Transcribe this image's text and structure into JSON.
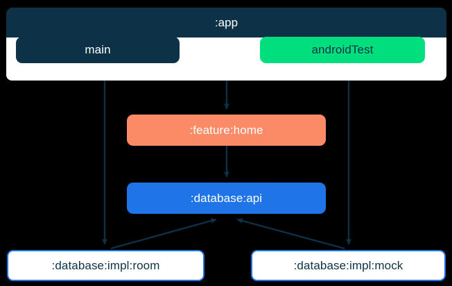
{
  "diagram": {
    "type": "module-dependency-graph",
    "background_color": "#000000",
    "clusters": [
      {
        "id": "app",
        "label": ":app",
        "header_color": "#0D3247",
        "header_text_color": "#FFFFFF",
        "body_color": "#FFFFFF",
        "children": [
          {
            "id": "main",
            "label": "main",
            "fill": "#0D3247",
            "text_color": "#FFFFFF",
            "shape": "rounded-rect"
          },
          {
            "id": "androidTest",
            "label": "androidTest",
            "fill": "#00DE7E",
            "text_color": "#0D3247",
            "shape": "rounded-rect"
          }
        ]
      }
    ],
    "nodes": [
      {
        "id": "feature-home",
        "label": ":feature:home",
        "fill": "#FB8A66",
        "text_color": "#FFFFFF",
        "border": "none",
        "shape": "rounded-rect"
      },
      {
        "id": "database-api",
        "label": ":database:api",
        "fill": "#1F74E8",
        "text_color": "#FFFFFF",
        "border": "none",
        "shape": "rounded-rect"
      },
      {
        "id": "database-impl-room",
        "label": ":database:impl:room",
        "fill": "#FFFFFF",
        "text_color": "#0D3247",
        "border": "#1F74E8",
        "shape": "rounded-rect"
      },
      {
        "id": "database-impl-mock",
        "label": ":database:impl:mock",
        "fill": "#FFFFFF",
        "text_color": "#0D3247",
        "border": "#1F74E8",
        "shape": "rounded-rect"
      }
    ],
    "edges": [
      {
        "id": "edge-main-to-room",
        "from": "main",
        "to": "database-impl-room",
        "color": "#0D3247",
        "direction": "down"
      },
      {
        "id": "edge-app-to-feature-home",
        "from": "app",
        "to": "feature-home",
        "color": "#0D3247",
        "direction": "down"
      },
      {
        "id": "edge-androidtest-to-mock",
        "from": "androidTest",
        "to": "database-impl-mock",
        "color": "#0D3247",
        "direction": "down"
      },
      {
        "id": "edge-feature-home-to-database-api",
        "from": "feature-home",
        "to": "database-api",
        "color": "#0D3247",
        "direction": "down"
      },
      {
        "id": "edge-room-to-database-api",
        "from": "database-impl-room",
        "to": "database-api",
        "color": "#0D3247",
        "direction": "up"
      },
      {
        "id": "edge-mock-to-database-api",
        "from": "database-impl-mock",
        "to": "database-api",
        "color": "#0D3247",
        "direction": "up"
      }
    ]
  }
}
